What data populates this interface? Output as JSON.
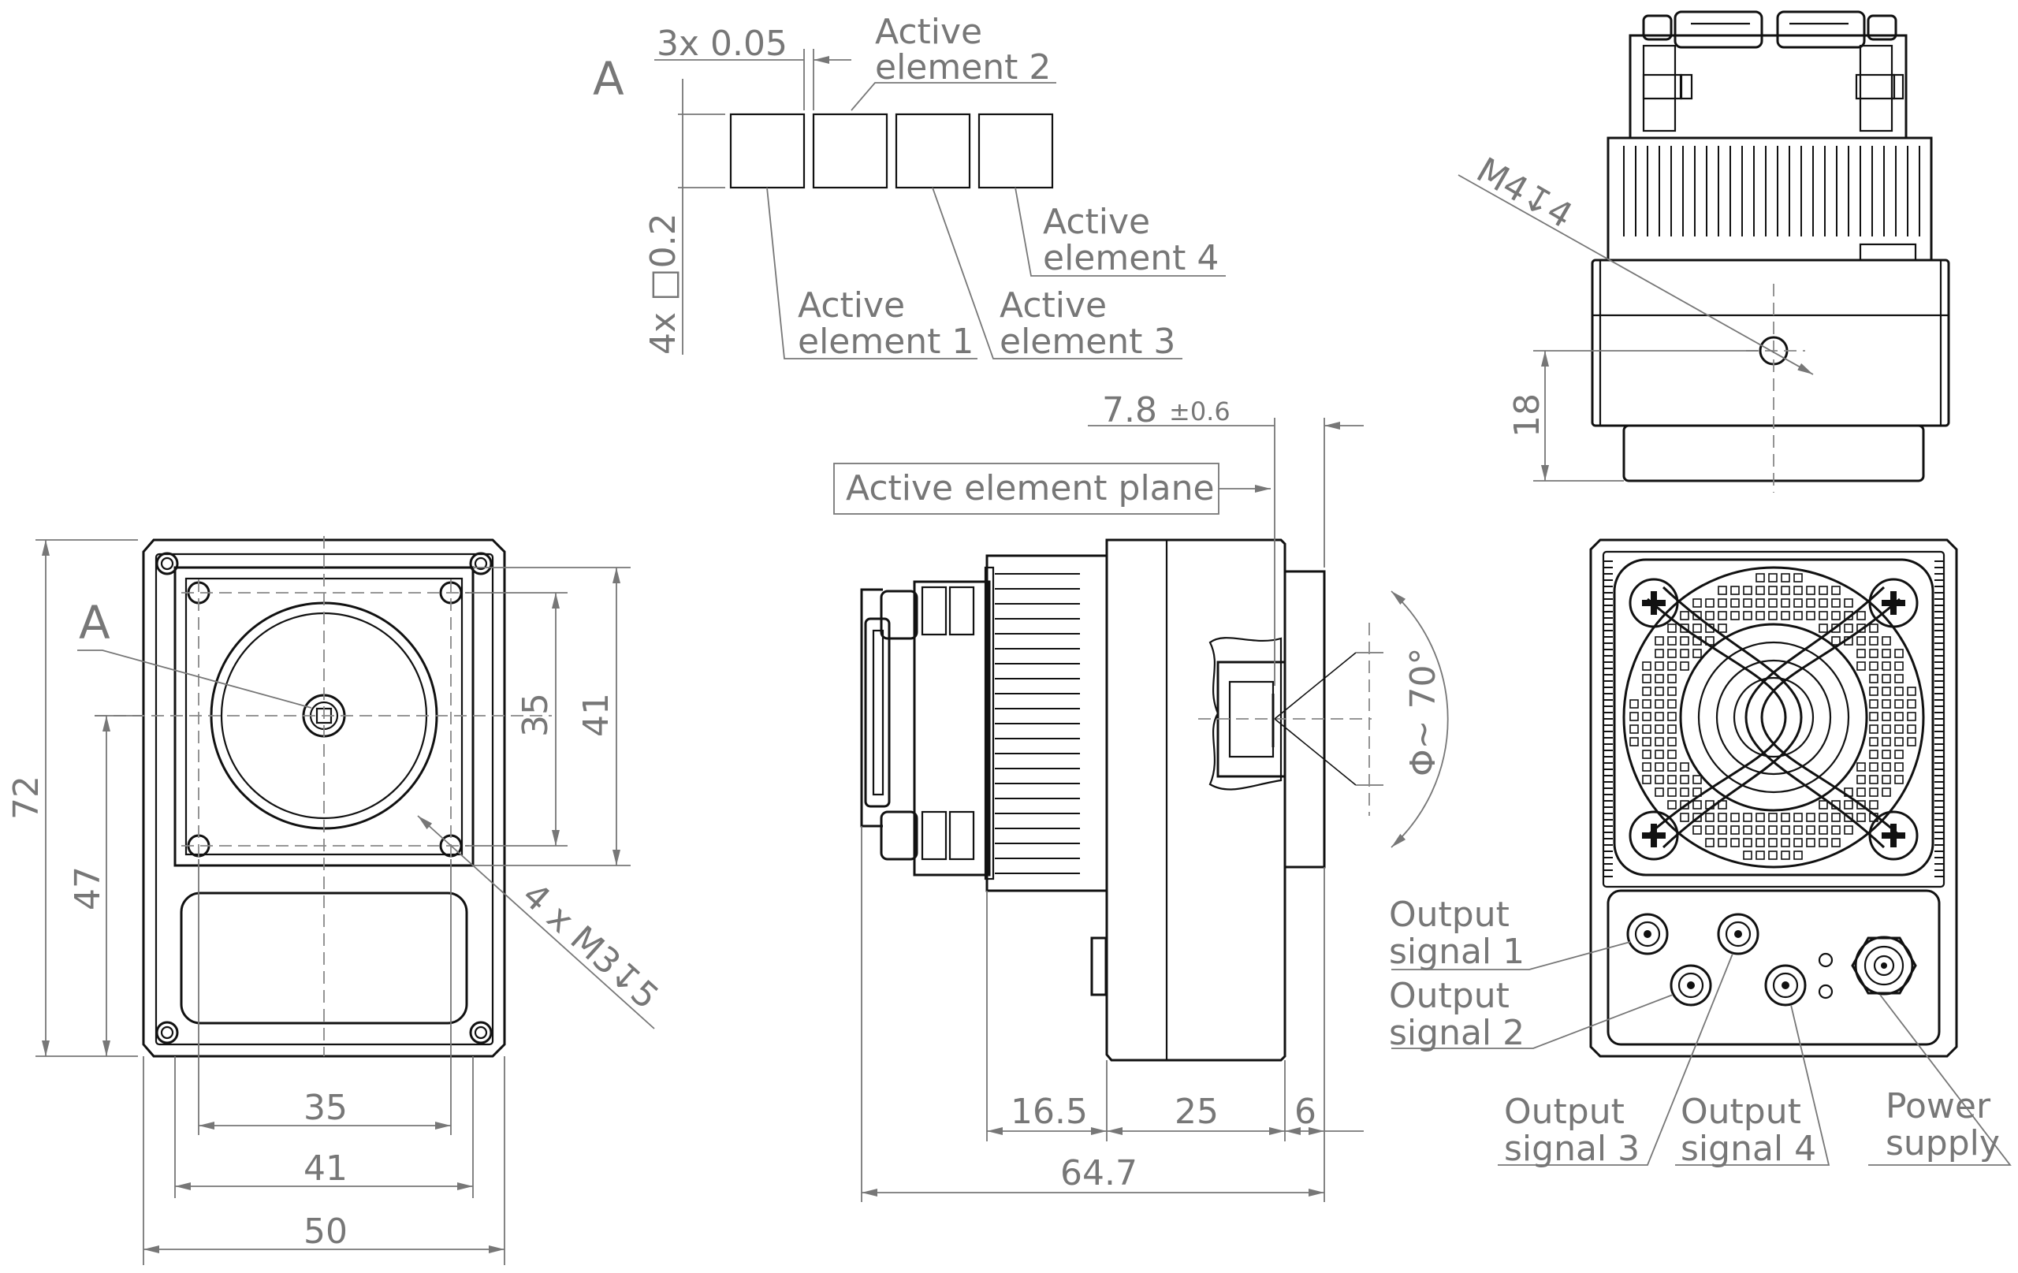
{
  "detail_view": {
    "view_label": "A",
    "pitch_label": "3x 0.05",
    "size_label": "4x □0.2",
    "elements": [
      "Active element 1",
      "Active element 2",
      "Active element 3",
      "Active element 4"
    ],
    "element_lines": [
      [
        "Active",
        "element 1"
      ],
      [
        "Active",
        "element 2"
      ],
      [
        "Active",
        "element 3"
      ],
      [
        "Active",
        "element 4"
      ]
    ]
  },
  "front_view": {
    "view_marker": "A",
    "dim_height_total": "72",
    "dim_height_center": "47",
    "dim_width_total": "50",
    "dim_width_flange": "41",
    "dim_width_holes": "35",
    "dim_height_flange": "41",
    "dim_height_holes": "35",
    "thread_callout": "4 x M3↧5"
  },
  "side_view": {
    "plane_label": "Active element plane",
    "dim_plane_offset": "7.8",
    "dim_plane_tolerance": "±0.6",
    "field_of_view": "Φ~ 70°",
    "dim_segment_1": "16.5",
    "dim_segment_2": "25",
    "dim_segment_3": "6",
    "dim_total_length": "64.7"
  },
  "top_view": {
    "thread_callout": "M4↧4",
    "dim_hole_height": "18"
  },
  "rear_view": {
    "connectors": [
      {
        "lines": [
          "Output",
          "signal 1"
        ]
      },
      {
        "lines": [
          "Output",
          "signal 2"
        ]
      },
      {
        "lines": [
          "Output",
          "signal 3"
        ]
      },
      {
        "lines": [
          "Output",
          "signal 4"
        ]
      },
      {
        "lines": [
          "Power",
          "supply"
        ]
      }
    ]
  }
}
